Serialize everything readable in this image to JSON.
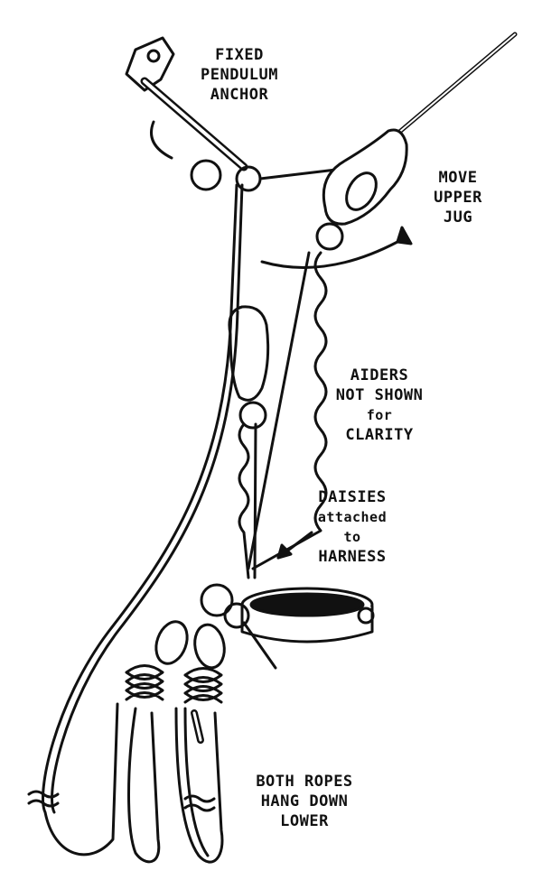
{
  "labels": {
    "anchor": [
      "FIXED",
      "PENDULUM",
      "ANCHOR"
    ],
    "move_jug": [
      "MOVE",
      "UPPER",
      "JUG"
    ],
    "aiders": [
      "AIDERS",
      "NOT SHOWN",
      "for",
      "CLARITY"
    ],
    "daisies": [
      "DAISIES",
      "attached",
      "to",
      "HARNESS"
    ],
    "ropes": [
      "BOTH ROPES",
      "HANG DOWN",
      "LOWER"
    ]
  },
  "colors": {
    "ink": "#111111",
    "paper": "#ffffff"
  }
}
